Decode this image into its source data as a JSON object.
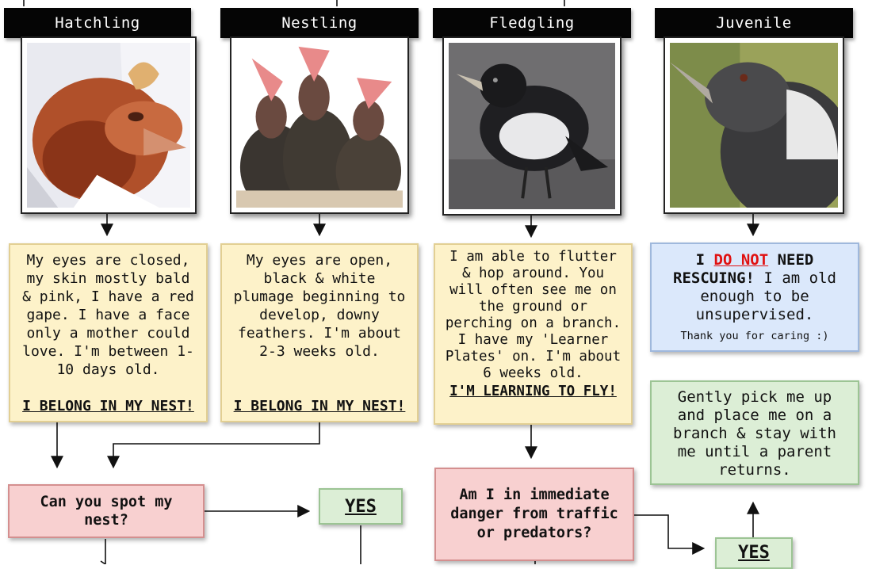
{
  "stages": [
    {
      "label": "Hatchling",
      "icon": "hatchling-photo"
    },
    {
      "label": "Nestling",
      "icon": "nestling-photo"
    },
    {
      "label": "Fledgling",
      "icon": "fledgling-photo"
    },
    {
      "label": "Juvenile",
      "icon": "juvenile-photo"
    }
  ],
  "hatchling": {
    "desc": "My eyes are closed, my skin mostly bald & pink, I have a red gape. I have a face only a mother could love. I'm between 1-10 days old.",
    "belong": "I BELONG IN MY NEST!"
  },
  "nestling": {
    "desc": "My eyes are open, black & white plumage beginning to develop, downy feathers. I'm about 2-3 weeks old.",
    "belong": "I BELONG IN MY NEST!"
  },
  "fledgling": {
    "desc": "I am able to flutter & hop around. You will often see me on the ground or perching on a branch. I have my 'Learner Plates' on. I'm about 6 weeks old.",
    "learning": "I'M LEARNING TO FLY!"
  },
  "juvenile": {
    "pre": "I",
    "do_not": "DO NOT",
    "need": "NEED",
    "rescuing": "RESCUING!",
    "rest": "I am old enough to be unsupervised.",
    "thanks": "Thank you for caring :)"
  },
  "rescue_advice": "Gently pick me up and place me on a branch & stay with me until a parent returns.",
  "question_nest": "Can you spot my nest?",
  "question_danger": "Am I in immediate danger from traffic or predators?",
  "yes_label": "YES",
  "colors": {
    "yellow": "#fdf2c9",
    "blue": "#dbe8fb",
    "green": "#dceed6",
    "pink": "#f8d0d0",
    "red": "#e01010"
  }
}
